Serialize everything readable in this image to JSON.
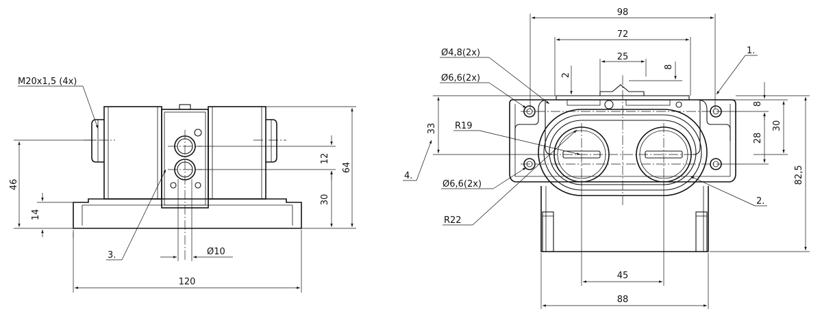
{
  "left_view": {
    "thread_label": "M20x1,5 (4x)",
    "dim_width": "120",
    "dim_height_total": "64",
    "dim_height_46": "46",
    "dim_height_14": "14",
    "dim_height_12": "12",
    "dim_height_30": "30",
    "dim_dia_10": "Ø10",
    "callout_3": "3."
  },
  "right_view": {
    "dim_98": "98",
    "dim_72": "72",
    "dim_25": "25",
    "dim_2": "2",
    "dim_8_top": "8",
    "dim_8_right": "8",
    "dim_30": "30",
    "dim_28": "28",
    "dim_33": "33",
    "dim_82_5": "82,5",
    "dim_45": "45",
    "dim_88": "88",
    "hole_48": "Ø4,8(2x)",
    "hole_66_top": "Ø6,6(2x)",
    "hole_66_bottom": "Ø6,6(2x)",
    "radius_19": "R19",
    "radius_22": "R22",
    "callout_1": "1.",
    "callout_2": "2.",
    "callout_4": "4."
  }
}
